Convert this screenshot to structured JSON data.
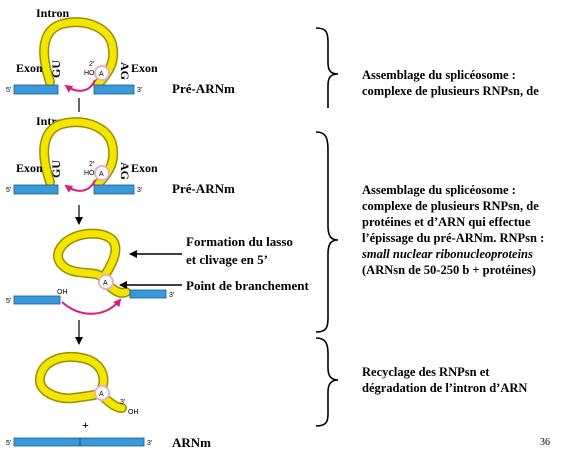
{
  "slide": {
    "page_number": "36",
    "stage1": {
      "intron_label": "Intron",
      "exon_left_label": "Exon",
      "exon_right_label": "Exon",
      "gu_label": "GU",
      "ag_label": "AG",
      "branch_a_label": "A",
      "ho_label": "HO",
      "prime2_label": "2'",
      "five_prime": "5'",
      "three_prime": "3'",
      "pre_mrna_label": "Pré-ARNm"
    },
    "stage2": {
      "intron_label": "Intron",
      "exon_left_label": "Exon",
      "exon_right_label": "Exon",
      "gu_label": "GU",
      "ag_label": "AG",
      "branch_a_label": "A",
      "ho_label": "HO",
      "prime2_label": "2'",
      "five_prime": "5'",
      "three_prime": "3'",
      "pre_mrna_label": "Pré-ARNm"
    },
    "stage3": {
      "lasso_label_line1": "Formation du lasso",
      "lasso_label_line2": "et clivage en 5’",
      "branch_point_label": "Point de branchement",
      "oh_label": "OH",
      "branch_a_label": "A",
      "five_prime": "5'",
      "three_prime": "3'"
    },
    "stage4": {
      "branch_a_label": "A",
      "three_prime_oh_line1": "3'",
      "three_prime_oh_line2": "OH",
      "plus_sign": "+",
      "five_prime": "5'",
      "three_prime": "3'",
      "mrna_label": "ARNm"
    },
    "descriptions": {
      "top_line1": "Assemblage du splicéosome :",
      "top_line2": "complexe de plusieurs RNPsn, de",
      "middle_line1": "Assemblage du splicéosome :",
      "middle_line2": "complexe de plusieurs RNPsn, de",
      "middle_line3": "protéines et d’ARN qui effectue",
      "middle_line4": "l’épissage du pré-ARNm. RNPsn :",
      "middle_line5": "small nuclear ribonucleoproteins",
      "middle_line6": "(ARNsn de 50-250 b + protéines)",
      "bottom_line1": "Recyclage des RNPsn et",
      "bottom_line2": "dégradation de l’intron d’ARN"
    },
    "colors": {
      "exon": "#3a9ad9",
      "intron": "#f2e600",
      "intron_outline": "#9a9000",
      "branch_circle": "#e8b0c8",
      "arrow_magenta": "#e0197d"
    }
  }
}
